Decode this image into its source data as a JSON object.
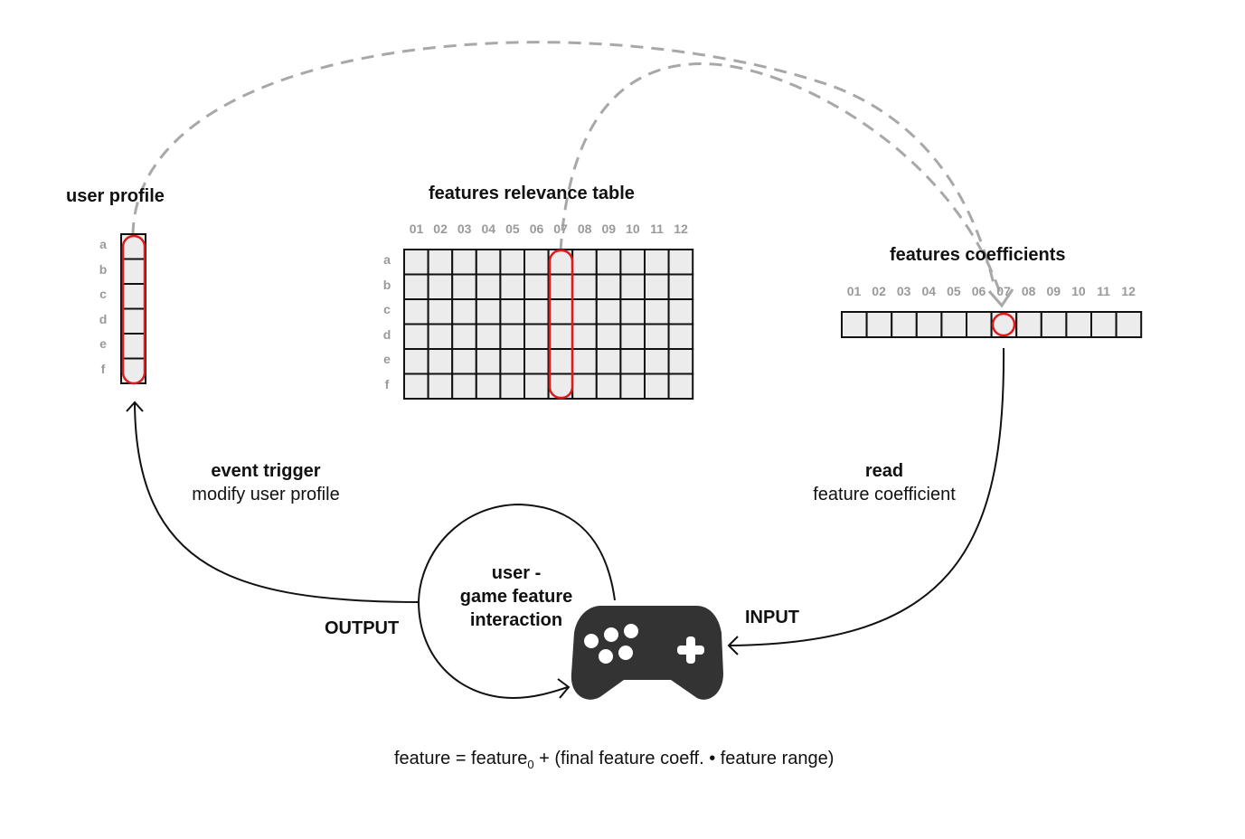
{
  "user_profile": {
    "title": "user profile",
    "rows": [
      "a",
      "b",
      "c",
      "d",
      "e",
      "f"
    ]
  },
  "relevance_table": {
    "title": "features relevance table",
    "rows": [
      "a",
      "b",
      "c",
      "d",
      "e",
      "f"
    ],
    "cols": [
      "01",
      "02",
      "03",
      "04",
      "05",
      "06",
      "07",
      "08",
      "09",
      "10",
      "11",
      "12"
    ],
    "highlight_col": "07"
  },
  "coefficients": {
    "title": "features coefficients",
    "cols": [
      "01",
      "02",
      "03",
      "04",
      "05",
      "06",
      "07",
      "08",
      "09",
      "10",
      "11",
      "12"
    ],
    "highlight_col": "07"
  },
  "event": {
    "title": "event trigger",
    "subtitle": "modify user profile"
  },
  "read": {
    "title": "read",
    "subtitle": "feature coefficient"
  },
  "loop": {
    "line1": "user -",
    "line2": "game feature",
    "line3": "interaction"
  },
  "output_label": "OUTPUT",
  "input_label": "INPUT",
  "formula": {
    "prefix": "feature = feature",
    "sub": "0",
    "suffix": " + (final feature coeff. • feature range)"
  },
  "colors": {
    "cell_fill": "#ececec",
    "highlight": "#e01a1a",
    "dashed": "#a8a8a8",
    "controller": "#333333",
    "label_gray": "#9a9a9a"
  },
  "icons": [
    "gamepad-icon",
    "arrowhead-icon"
  ]
}
